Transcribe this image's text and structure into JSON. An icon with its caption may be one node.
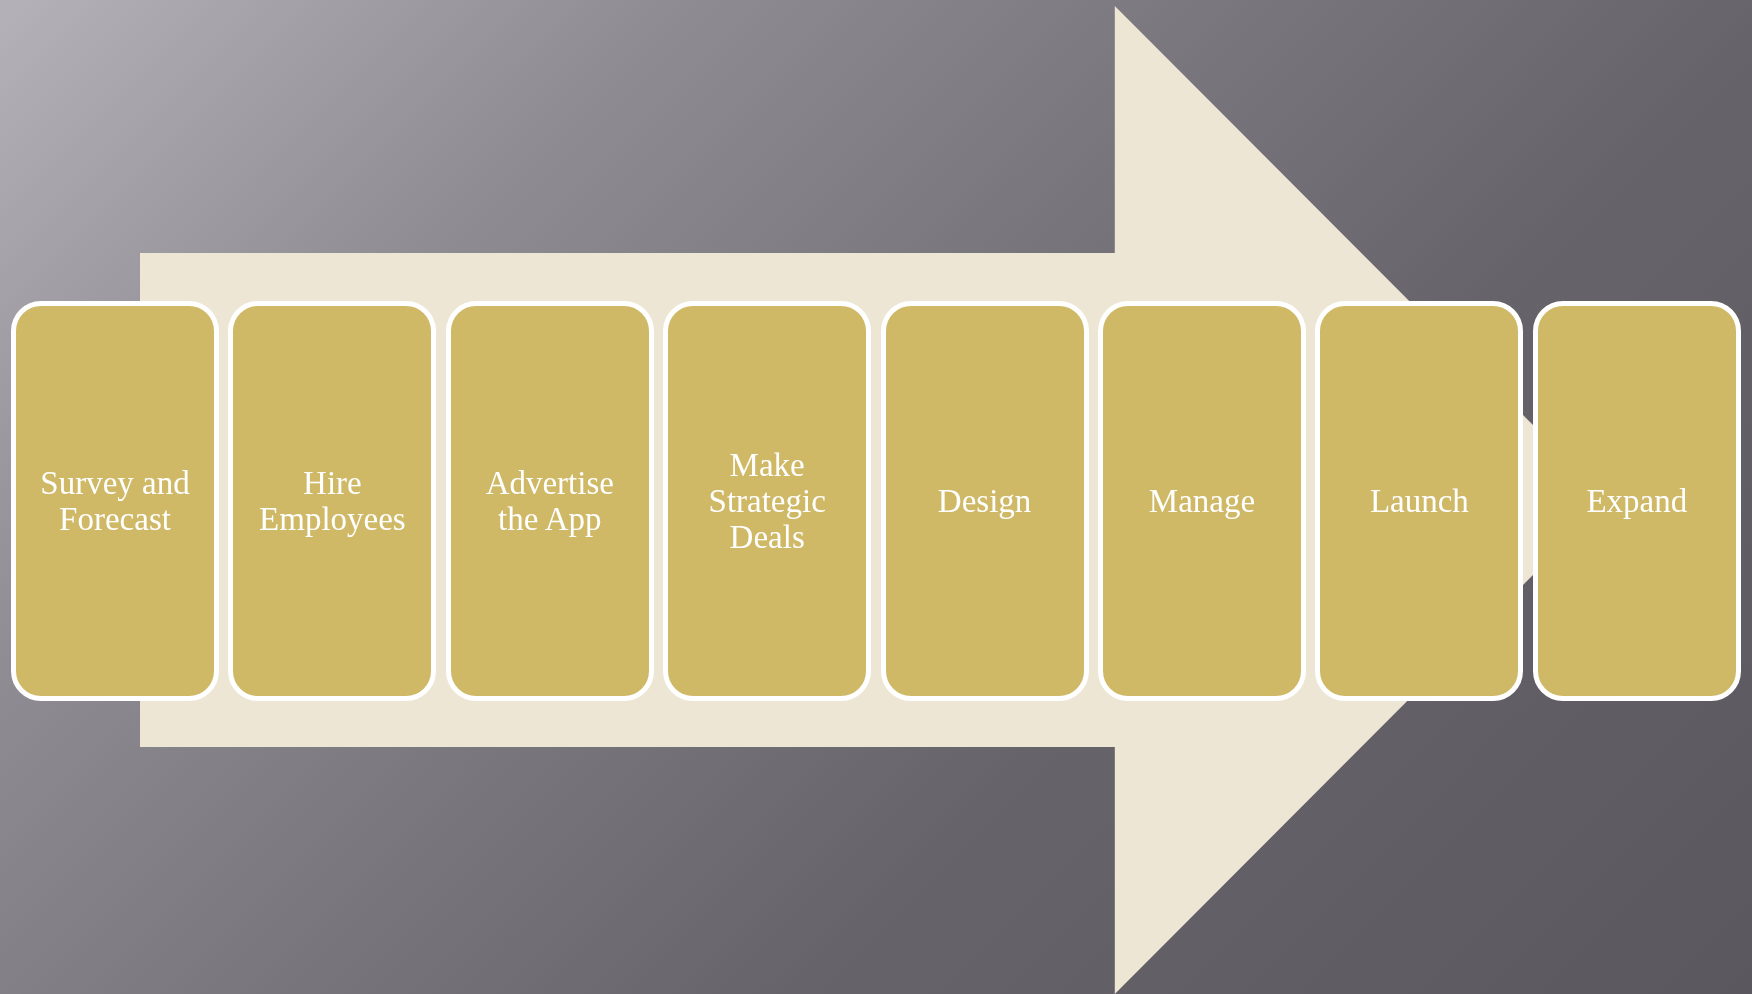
{
  "diagram": {
    "nodes": [
      {
        "text": [
          "Survey and Forecast"
        ]
      },
      {
        "text": [
          "Hire Employees"
        ]
      },
      {
        "text": [
          "Advertise the App"
        ]
      },
      {
        "text": [
          "Make Strategic Deals"
        ]
      },
      {
        "text": [
          "Design"
        ]
      },
      {
        "text": [
          "Manage"
        ]
      },
      {
        "text": [
          "Launch"
        ]
      },
      {
        "text": [
          "Expand"
        ]
      }
    ],
    "edges": [
      {
        "from": 0,
        "to": 7,
        "arrow": "to"
      }
    ]
  }
}
